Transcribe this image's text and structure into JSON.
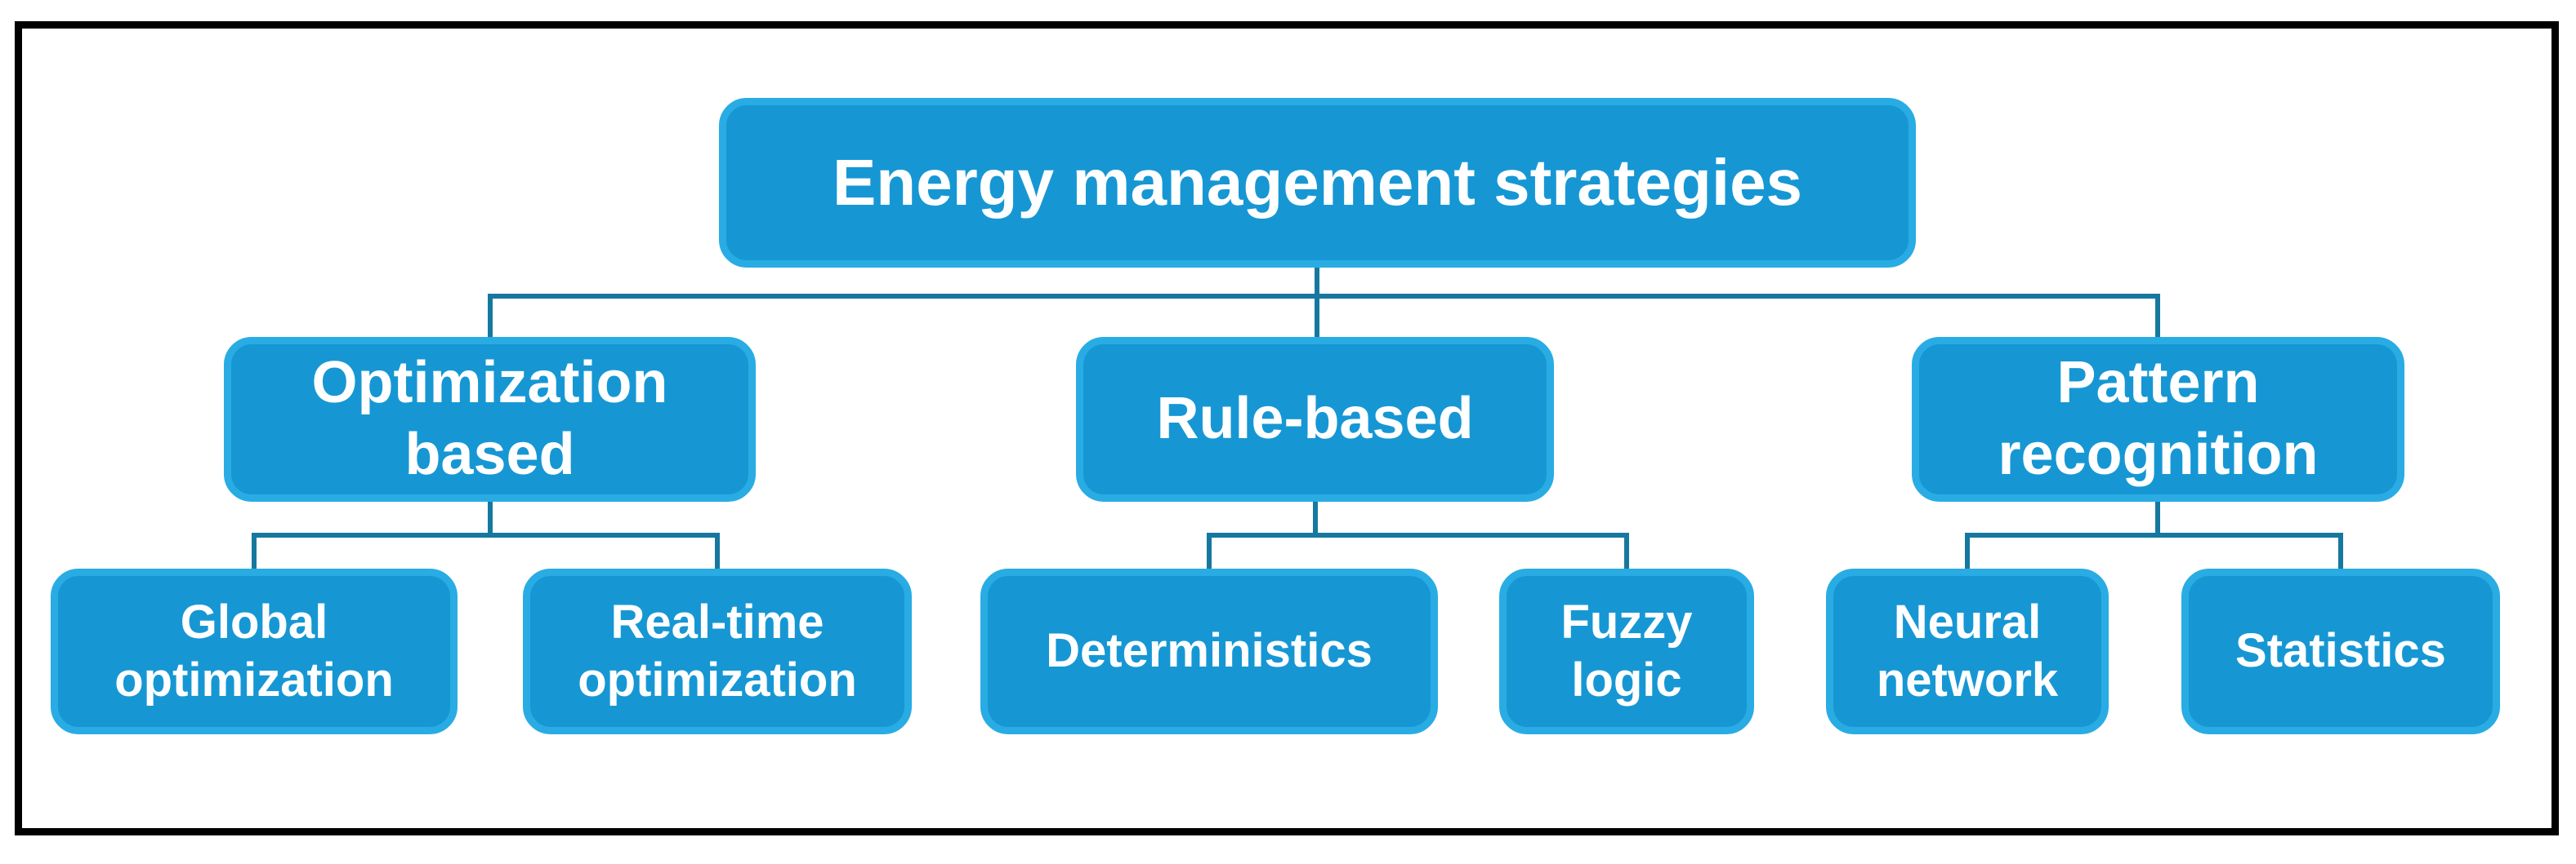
{
  "diagram": {
    "type": "hierarchy-tree",
    "root": {
      "label": "Energy management strategies"
    },
    "branches": [
      {
        "label": "Optimization based",
        "children": [
          {
            "label": "Global optimization"
          },
          {
            "label": "Real-time optimization"
          }
        ]
      },
      {
        "label": "Rule-based",
        "children": [
          {
            "label": "Deterministics"
          },
          {
            "label": "Fuzzy logic"
          }
        ]
      },
      {
        "label": "Pattern recognition",
        "children": [
          {
            "label": "Neural network"
          },
          {
            "label": "Statistics"
          }
        ]
      }
    ],
    "colors": {
      "node_fill": "#1697D4",
      "node_border": "#29ACE3",
      "node_text": "#FFFFFF",
      "connector": "#17789F",
      "frame": "#000000",
      "background": "#FFFFFF"
    }
  }
}
